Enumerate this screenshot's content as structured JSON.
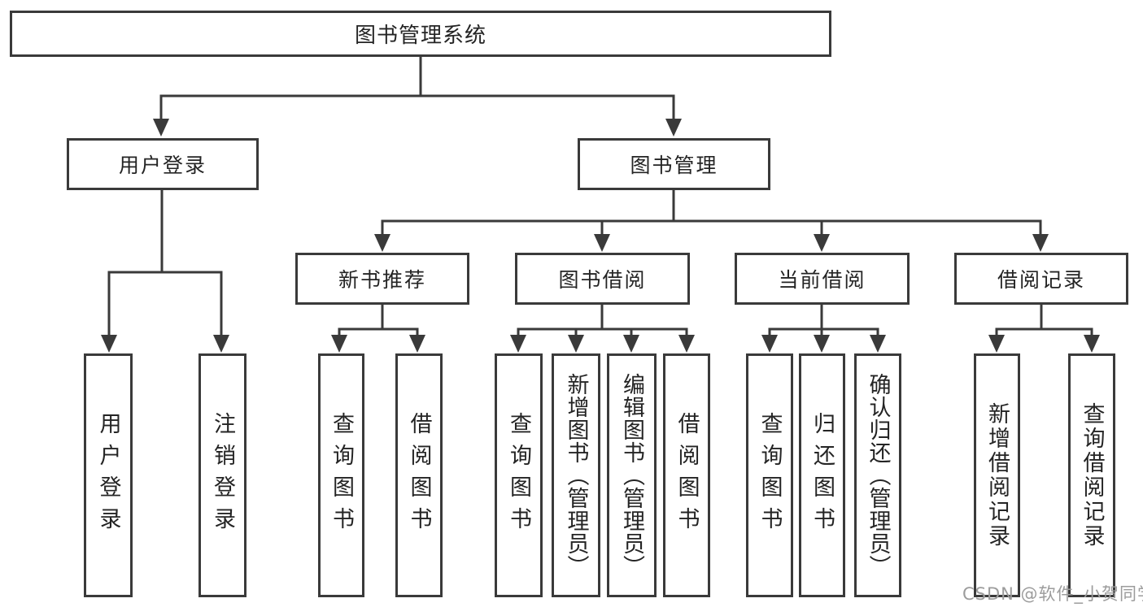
{
  "colors": {
    "line": "#3a3a3a",
    "box_border": "#3a3a3a",
    "text": "#242424",
    "watermark": "#9c9c9c",
    "background": "#ffffff"
  },
  "watermark": "CSDN @软件_小贺同学",
  "tree": {
    "root": {
      "label": "图书管理系统"
    },
    "branches": [
      {
        "label": "用户登录",
        "children": [
          {
            "label": "用户登录"
          },
          {
            "label": "注销登录"
          }
        ]
      },
      {
        "label": "图书管理",
        "children": [
          {
            "label": "新书推荐",
            "children": [
              {
                "label": "查询图书"
              },
              {
                "label": "借阅图书"
              }
            ]
          },
          {
            "label": "图书借阅",
            "children": [
              {
                "label": "查询图书"
              },
              {
                "label": "新增图书（管理员）"
              },
              {
                "label": "编辑图书（管理员）"
              },
              {
                "label": "借阅图书"
              }
            ]
          },
          {
            "label": "当前借阅",
            "children": [
              {
                "label": "查询图书"
              },
              {
                "label": "归还图书"
              },
              {
                "label": "确认归还（管理员）"
              }
            ]
          },
          {
            "label": "借阅记录",
            "children": [
              {
                "label": "新增借阅记录"
              },
              {
                "label": "查询借阅记录"
              }
            ]
          }
        ]
      }
    ]
  }
}
